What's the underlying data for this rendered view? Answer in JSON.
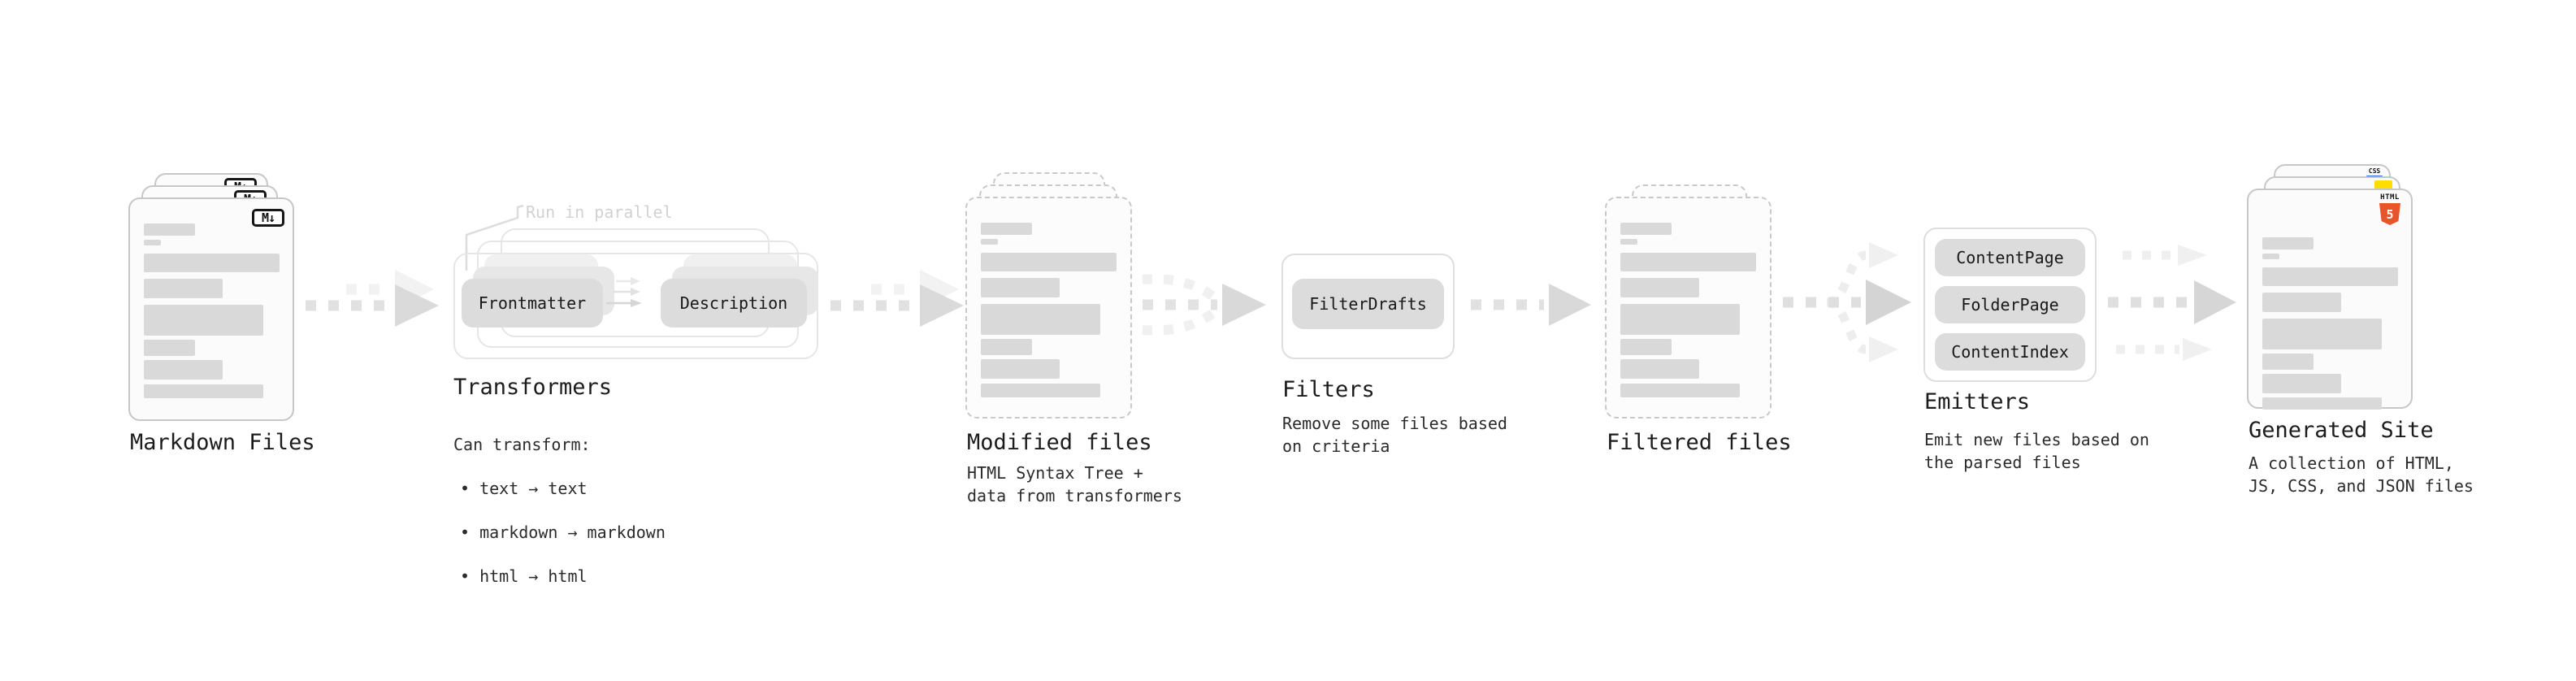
{
  "nodes": {
    "markdown_files": {
      "label": "Markdown Files",
      "badge": "M↓"
    },
    "transformers": {
      "label": "Transformers",
      "note": "Run in parallel",
      "source_button": "Frontmatter",
      "target_button": "Description",
      "desc_title": "Can transform:",
      "desc_items": [
        "• text → text",
        "• markdown → markdown",
        "• html → html"
      ]
    },
    "modified_files": {
      "label": "Modified files",
      "desc": "HTML Syntax Tree +\ndata from transformers"
    },
    "filters": {
      "label": "Filters",
      "button": "FilterDrafts",
      "desc": "Remove some files based\non criteria"
    },
    "filtered_files": {
      "label": "Filtered files"
    },
    "emitters": {
      "label": "Emitters",
      "buttons": [
        "ContentPage",
        "FolderPage",
        "ContentIndex"
      ],
      "desc": "Emit new files based on\nthe parsed files"
    },
    "generated_site": {
      "label": "Generated Site",
      "desc": "A collection of HTML,\nJS, CSS, and JSON files",
      "css_badge": "CSS",
      "html_badge_label": "HTML",
      "html_badge_number": "5"
    }
  },
  "colors": {
    "html5_orange": "#e8542c",
    "js_yellow": "#ffdd00",
    "css_blue": "#2d6ae3",
    "bar_gray": "#d9d9d9",
    "arrow_gray": "#e0e0e0"
  }
}
